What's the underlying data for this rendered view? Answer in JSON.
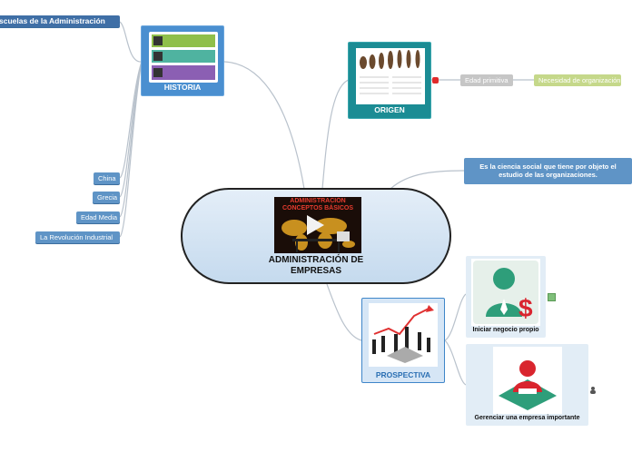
{
  "central": {
    "title_line1": "ADMINISTRACIÓN DE",
    "title_line2": "EMPRESAS",
    "video_title_line1": "ADMINISTRACIÓN",
    "video_title_line2": "CONCEPTOS BÁSICOS"
  },
  "historia": {
    "label": "HISTORIA",
    "parent_tag": "scuelas de la Administración",
    "items": [
      "China",
      "Grecia",
      "Edad Media",
      "La Revolución Industrial"
    ]
  },
  "origen": {
    "label": "ORIGEN",
    "items": [
      "Edad primitiva",
      "Necesidad de organización"
    ]
  },
  "definition": {
    "line1": "Es la ciencia social que tiene por objeto el",
    "line2": "estudio de las organizaciones."
  },
  "prospectiva": {
    "label": "PROSPECTIVA",
    "items": [
      "Iniciar negocio propio",
      "Gerenciar una empresa importante"
    ]
  },
  "colors": {
    "node_blue": "#5f94c6",
    "card_blue": "#3f86c9",
    "origen_teal": "#1b8c94",
    "connector": "#b9c2cc",
    "central_fill": "#c5daee"
  }
}
